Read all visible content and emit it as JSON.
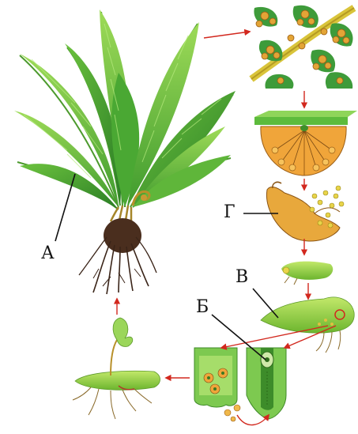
{
  "labels": {
    "a": "А",
    "b": "Б",
    "v": "В",
    "g": "Г"
  },
  "colors": {
    "leaf_light": "#8fd14f",
    "leaf_dark": "#2f8f2a",
    "stem": "#a6862a",
    "root": "#3a2418",
    "sporangium": "#e3a436",
    "spore": "#e8d44a",
    "arrow": "#d2281e",
    "prothallus": "#a6d84a",
    "pointer": "#111111"
  }
}
